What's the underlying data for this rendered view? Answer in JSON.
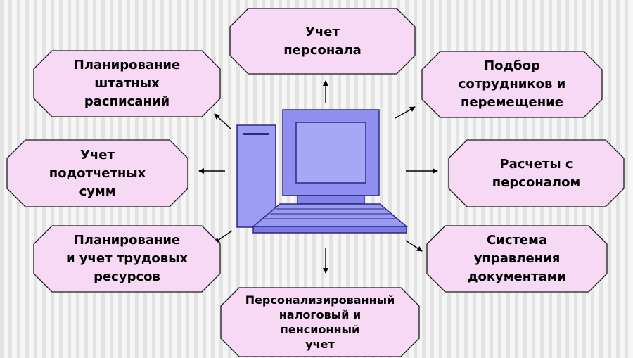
{
  "nodes": {
    "personnel_accounting": "Учет\nперсонала",
    "staff_scheduling": "Планирование\nштатных\nрасписаний",
    "recruitment": "Подбор\nсотрудников и\nперемещение",
    "accountable_sums": "Учет\nподотчетных\nсумм",
    "settlements": "Расчеты с\nперсоналом",
    "labor_planning": "Планирование\nи учет трудовых\nресурсов",
    "document_management": "Система\nуправления\nдокументами",
    "tax_pension": "Персонализированный\nналоговый и\nпенсионный\nучет"
  },
  "colors": {
    "node_fill": "#f7d9f5",
    "node_stroke": "#1a1a1a",
    "computer_fill": "#8f8ff0",
    "computer_screen": "#a7a7f8",
    "computer_stroke": "#2a2a80"
  }
}
